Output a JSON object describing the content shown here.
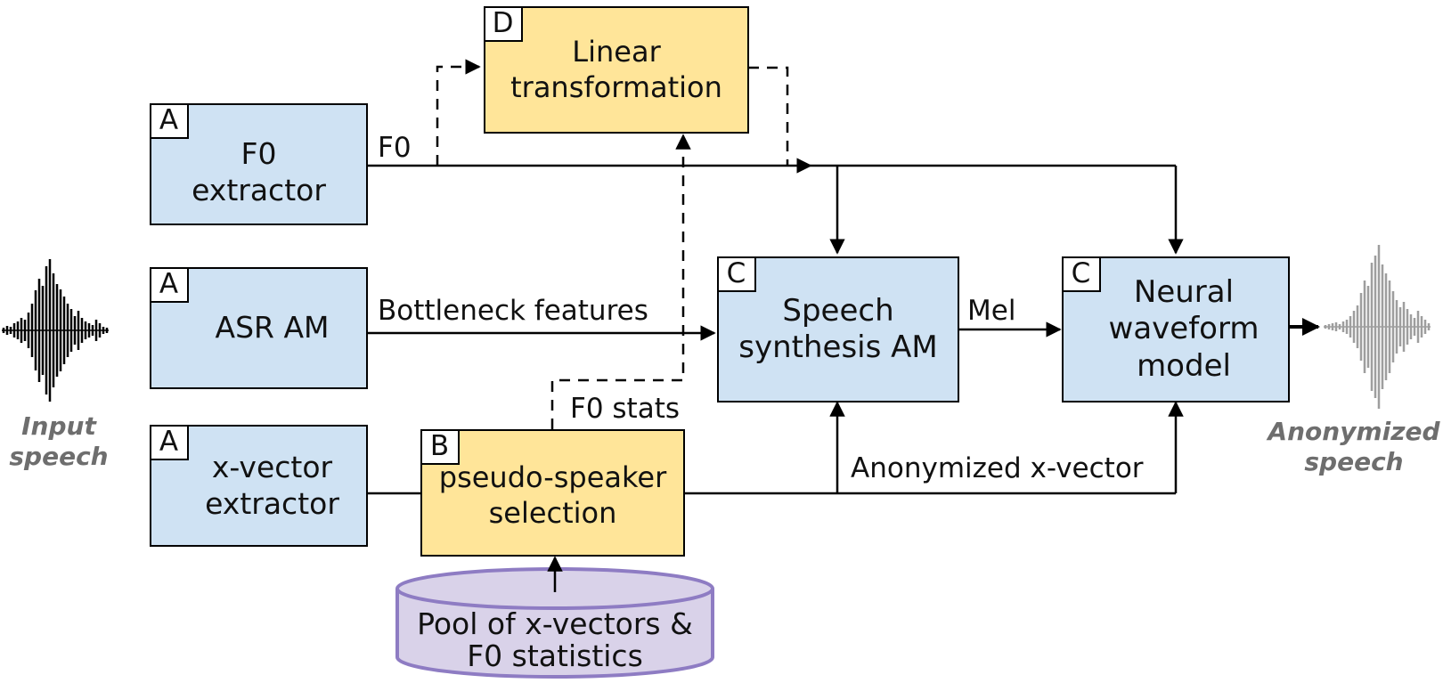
{
  "blocks": {
    "f0_extractor": {
      "tag": "A",
      "label": "F0\nextractor"
    },
    "asr_am": {
      "tag": "A",
      "label": "ASR AM"
    },
    "xvector_extractor": {
      "tag": "A",
      "label": "x-vector\nextractor"
    },
    "pseudo_speaker": {
      "tag": "B",
      "label": "pseudo-speaker\nselection"
    },
    "linear_transformation": {
      "tag": "D",
      "label": "Linear\ntransformation"
    },
    "speech_synthesis_am": {
      "tag": "C",
      "label": "Speech\nsynthesis AM"
    },
    "neural_waveform": {
      "tag": "C",
      "label": "Neural\nwaveform\nmodel"
    },
    "pool": {
      "label": "Pool of x-vectors &\nF0 statistics"
    }
  },
  "edges": {
    "f0": "F0",
    "bottleneck": "Bottleneck features",
    "mel": "Mel",
    "f0_stats": "F0 stats",
    "anon_xvector": "Anonymized x-vector"
  },
  "side_labels": {
    "input": "Input\nspeech",
    "output": "Anonymized\nspeech"
  },
  "colors": {
    "blue_block": "#cfe2f3",
    "yellow_block": "#ffe599",
    "pool_fill": "#d9d2e9",
    "pool_stroke": "#8e7cc3",
    "output_wave": "#9e9e9e"
  }
}
